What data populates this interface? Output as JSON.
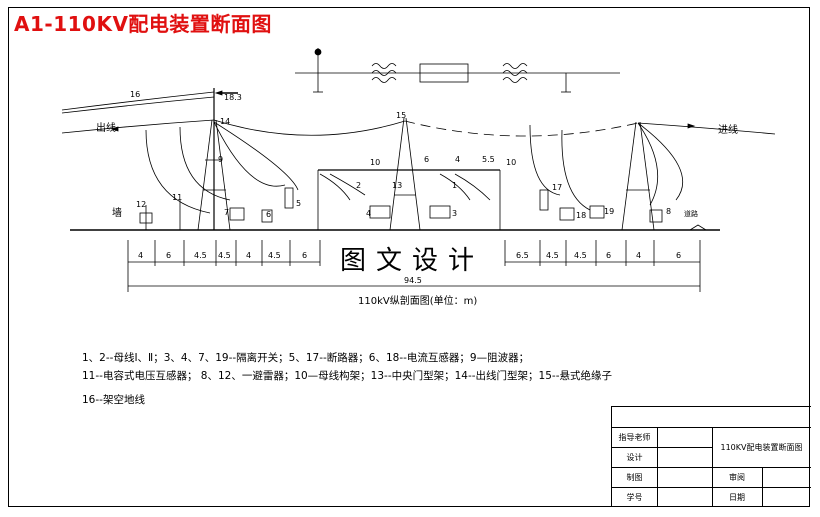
{
  "header": {
    "title": "A1-110KV配电装置断面图"
  },
  "diagram": {
    "label_16": "16",
    "label_18_3": "18.3",
    "label_outgoing": "出线",
    "label_incoming": "进线",
    "label_14": "14",
    "label_15": "15",
    "label_9": "9",
    "label_10_left": "10",
    "label_10_right": "10",
    "label_6_top": "6",
    "label_4_top": "4",
    "label_5_5": "5.5",
    "label_2": "2",
    "label_1": "1",
    "label_13": "13",
    "label_3": "3",
    "label_4_mid": "4",
    "label_17": "17",
    "label_wall": "墙",
    "label_road": "道路",
    "label_12": "12",
    "label_11": "11",
    "label_7": "7",
    "label_6_left": "6",
    "label_5": "5",
    "label_18": "18",
    "label_19": "19",
    "label_8": "8",
    "dims_left": [
      "4",
      "6",
      "4.5",
      "4.5",
      "4",
      "4.5",
      "6"
    ],
    "dims_right": [
      "6.5",
      "4.5",
      "4.5",
      "6",
      "4",
      "6"
    ],
    "total_dim": "94.5",
    "caption": "110kV纵剖面图(单位：m)"
  },
  "watermark": "图文设计",
  "legend": {
    "line1": "1、2--母线Ⅰ、Ⅱ；3、4、7、19--隔离开关；5、17--断路器；6、18--电流互感器；9—阻波器；",
    "line2": "11--电容式电压互感器；  8、12、一避雷器；10—母线构架；13--中央门型架；14--出线门型架；15--悬式绝缘子",
    "line3": "16--架空地线"
  },
  "title_block": {
    "instructor": "指导老师",
    "design": "设计",
    "drawing": "制图",
    "number": "学号",
    "drawing_name": "110KV配电装置断面图",
    "review": "审阅",
    "date": "日期"
  }
}
